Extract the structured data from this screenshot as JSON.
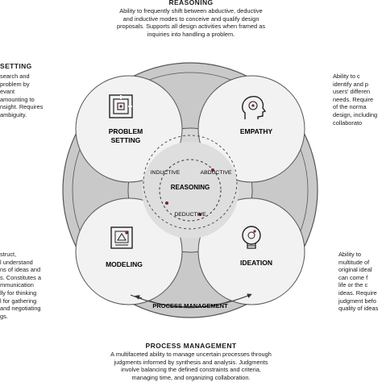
{
  "reasoning_block": {
    "title": "REASONING",
    "lines": [
      "Ability to frequently shift between abductive, deductive",
      "and inductive modes to conceive and qualify design",
      "proposals. Supports all design activities when framed as",
      "inquiries into handling a problem."
    ]
  },
  "problem_setting_block": {
    "title": "SETTING",
    "lines": [
      "search and",
      "problem by",
      "evant",
      "amounting to",
      "nsight. Requires",
      "ambiguity."
    ]
  },
  "empathy_block": {
    "lines": [
      "Ability to c",
      "identify and p",
      "users' differen",
      "needs. Require",
      "of the norma",
      "design, including",
      "collaborato"
    ]
  },
  "modeling_block": {
    "lines": [
      "struct,",
      "l understand",
      "ns of ideas and",
      "s. Constitutes a",
      "mmunication",
      "lly for thinking",
      "l for gathering",
      "and negotiating",
      "gs."
    ]
  },
  "ideation_block": {
    "lines": [
      "Ability to",
      "multitude of",
      "original ideal",
      "can come f",
      "life or the c",
      "ideas. Require",
      "judgment befo",
      "quality of ideas"
    ]
  },
  "process_block": {
    "title": "PROCESS MANAGEMENT",
    "lines": [
      "A multifaceted ability to manage uncertain processes through",
      "judgments informed by synthesis and analysis. Judgments",
      "involve balancing the defined constraints and criteria,",
      "managing time, and organizing collaboration."
    ]
  },
  "diagram": {
    "circles": {
      "problem_setting": [
        "PROBLEM",
        "SETTING"
      ],
      "empathy": "EMPATHY",
      "modeling": "MODELING",
      "ideation": "IDEATION"
    },
    "center": {
      "label": "REASONING",
      "inductive": "INDUCTIVE",
      "abductive": "ABDUCTIVE",
      "deductive": "DEDUCTIVE"
    },
    "ring_label": "PROCESS MANAGEMENT",
    "icons": {
      "problem_setting": "maze-icon",
      "empathy": "head-profile-icon",
      "modeling": "model-sketch-icon",
      "ideation": "lightbulb-icon"
    },
    "colors": {
      "ring_fill": "#c9c9c9",
      "ring_stroke": "#555555",
      "circle_fill": "#f2f2f2",
      "center_fill": "#d8d8d8",
      "accent": "#7a1f3d"
    }
  }
}
